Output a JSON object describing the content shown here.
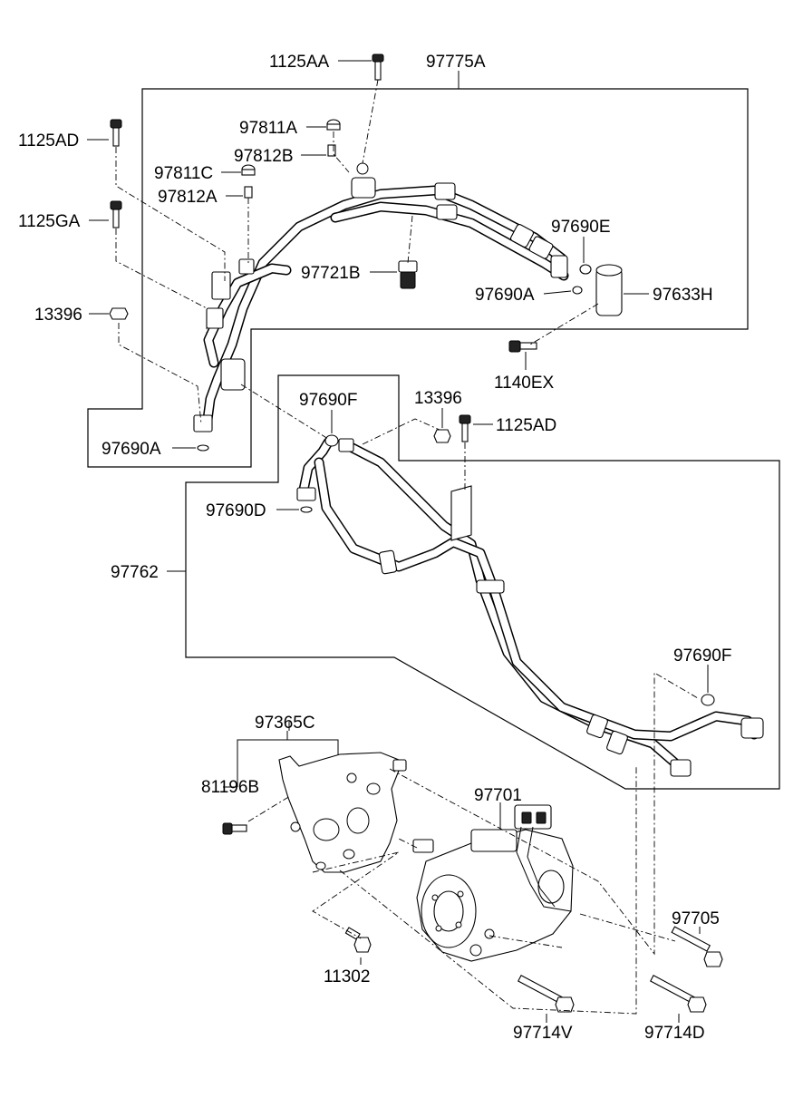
{
  "labels": {
    "p1125AA": "1125AA",
    "p97775A": "97775A",
    "p1125AD_top": "1125AD",
    "p97811A": "97811A",
    "p97812B": "97812B",
    "p97811C": "97811C",
    "p97812A": "97812A",
    "p1125GA": "1125GA",
    "p97690E": "97690E",
    "p97721B": "97721B",
    "p97690A_right": "97690A",
    "p97633H": "97633H",
    "p13396_left": "13396",
    "p1140EX": "1140EX",
    "p97690F_top": "97690F",
    "p13396_mid": "13396",
    "p1125AD_mid": "1125AD",
    "p97690A_left": "97690A",
    "p97690D": "97690D",
    "p97762": "97762",
    "p97690F_right": "97690F",
    "p97365C": "97365C",
    "p81196B": "81196B",
    "p97701": "97701",
    "p97705": "97705",
    "p11302": "11302",
    "p97714V": "97714V",
    "p97714D": "97714D"
  }
}
